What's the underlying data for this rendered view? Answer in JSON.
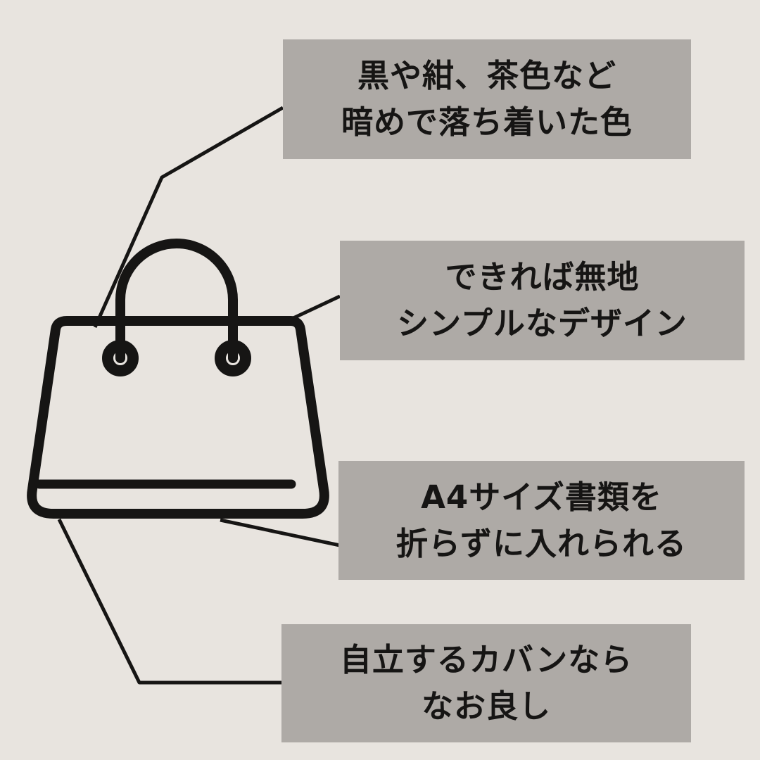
{
  "colors": {
    "background": "#e8e4df",
    "callout_bg": "#aeaaa6",
    "ink": "#161514"
  },
  "illustration": {
    "name": "handbag line drawing"
  },
  "callouts": [
    {
      "id": "dark-colors",
      "lines": [
        "黒や紺、茶色など",
        "暗めで落ち着いた色"
      ]
    },
    {
      "id": "plain-design",
      "lines": [
        "できれば無地",
        "シンプルなデザイン"
      ]
    },
    {
      "id": "a4-capacity",
      "lines": [
        "A4サイズ書類を",
        "折らずに入れられる"
      ]
    },
    {
      "id": "self-standing",
      "lines": [
        "自立するカバンなら",
        "なお良し"
      ]
    }
  ]
}
